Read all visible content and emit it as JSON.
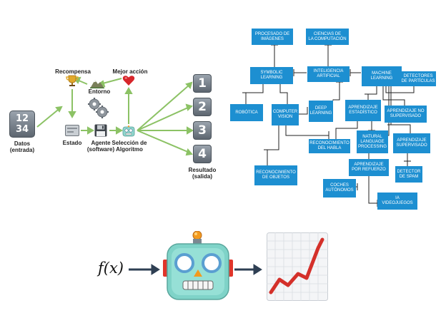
{
  "rl": {
    "datos_num": "12\n34",
    "datos_label": "Datos\n(entrada)",
    "recompensa": "Recompensa",
    "mejor_accion": "Mejor acción",
    "entorno": "Entorno",
    "estado": "Estado",
    "agente": "Agente\n(software)",
    "seleccion": "Selección de\nAlgoritmo",
    "outputs": [
      "1",
      "2",
      "3",
      "4"
    ],
    "resultado": "Resultado\n(salida)"
  },
  "mindmap": {
    "nodes": [
      {
        "id": "procesado",
        "text": "Procesado de\nImágenes"
      },
      {
        "id": "ciencias",
        "text": "Ciencias de\nla Computación"
      },
      {
        "id": "symbolic",
        "text": "Symbolic\nLearning"
      },
      {
        "id": "ia",
        "text": "Inteligencia\nArtificial"
      },
      {
        "id": "ml",
        "text": "Machine\nLearning"
      },
      {
        "id": "detectores",
        "text": "Detectores\nde Partículas"
      },
      {
        "id": "robotica",
        "text": "Robótica"
      },
      {
        "id": "cv",
        "text": "Computer\nVision"
      },
      {
        "id": "dl",
        "text": "Deep\nLearning"
      },
      {
        "id": "estadistico",
        "text": "Aprendizaje\nEstadístico"
      },
      {
        "id": "nosup",
        "text": "Aprendizaje No\nSupervisado"
      },
      {
        "id": "habla",
        "text": "Reconocimiento\ndel Habla"
      },
      {
        "id": "nlp",
        "text": "Natural\nLanguage\nProcessing"
      },
      {
        "id": "sup",
        "text": "Aprendizaje\nSupervisado"
      },
      {
        "id": "objetos",
        "text": "Reconocimiento\nde Objetos"
      },
      {
        "id": "refuerzo",
        "text": "Aprendizaje\npor Refuerzo"
      },
      {
        "id": "spam",
        "text": "Detector\nde Spam"
      },
      {
        "id": "coches",
        "text": "Coches\nAutónomos"
      },
      {
        "id": "videojuegos",
        "text": "IA\nVideojuegos"
      }
    ]
  },
  "bottom": {
    "fx": "f(x)"
  },
  "colors": {
    "mindmap_node": "#1d8fd1",
    "arrow_green": "#8cc265",
    "chart_line": "#d4302a"
  }
}
